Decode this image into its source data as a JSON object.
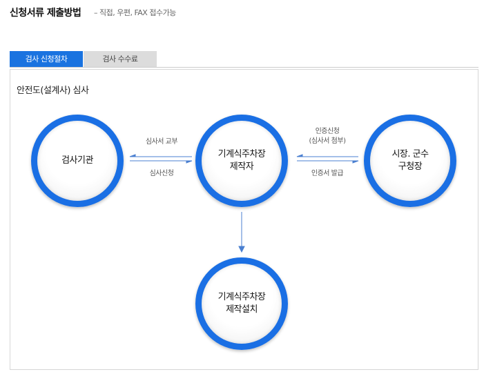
{
  "header": {
    "title": "신청서류 제출방법",
    "subtitle": "– 직접, 우편, FAX 접수가능"
  },
  "tabs": [
    {
      "label": "검사 신청절차",
      "active": true
    },
    {
      "label": "검사 수수료",
      "active": false
    }
  ],
  "section_title": "안전도(설계사) 심사",
  "nodes": {
    "inspection_agency": "검사기관",
    "manufacturer": [
      "기계식주차장",
      "제작자"
    ],
    "city": [
      "시장. 군수",
      "구청장"
    ],
    "installer": [
      "기계식주차장",
      "제작설치"
    ]
  },
  "flows": {
    "issue_review": "심사서 교부",
    "apply_review": "심사신청",
    "apply_cert": [
      "인증신청",
      "(심사서 첨부)"
    ],
    "issue_cert": "인증서 발급"
  },
  "colors": {
    "accent": "#1a73e0"
  }
}
